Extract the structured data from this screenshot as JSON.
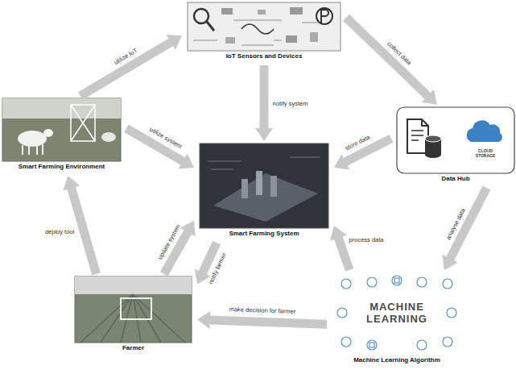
{
  "diagram": {
    "nodes": [
      {
        "text": [
          "IoT Sensors and Devices"
        ]
      },
      {
        "text": [
          "Smart Farming Environment"
        ]
      },
      {
        "text": [
          "Data Hub"
        ]
      },
      {
        "text": [
          "Smart Farming System"
        ]
      },
      {
        "text": [
          "Farmer"
        ]
      },
      {
        "text": [
          "Machine Learning Algorithm"
        ]
      }
    ],
    "edges": [
      {
        "from": 1,
        "to": 0,
        "label": "utilize IoT",
        "arrow": "to"
      },
      {
        "from": 0,
        "to": 2,
        "label": "collect data",
        "arrow": "to"
      },
      {
        "from": 0,
        "to": 3,
        "label": "notify system",
        "arrow": "to"
      },
      {
        "from": 1,
        "to": 3,
        "label": "utilize system",
        "arrow": "to"
      },
      {
        "from": 2,
        "to": 3,
        "label": "store data",
        "arrow": "to"
      },
      {
        "from": 2,
        "to": 5,
        "label": "analyse data",
        "arrow": "to"
      },
      {
        "from": 5,
        "to": 3,
        "label": "process data",
        "arrow": "to"
      },
      {
        "from": 3,
        "to": 4,
        "label": "notify farmer",
        "arrow": "to"
      },
      {
        "from": 4,
        "to": 3,
        "label": "update system",
        "arrow": "to"
      },
      {
        "from": 4,
        "to": 1,
        "label": "deploy tool",
        "arrow": "to"
      },
      {
        "from": 5,
        "to": 4,
        "label": "make decision for farmer",
        "arrow": "to"
      }
    ],
    "labels": [
      "CLOUD STORAGE",
      "MACHINE LEARNING"
    ]
  }
}
